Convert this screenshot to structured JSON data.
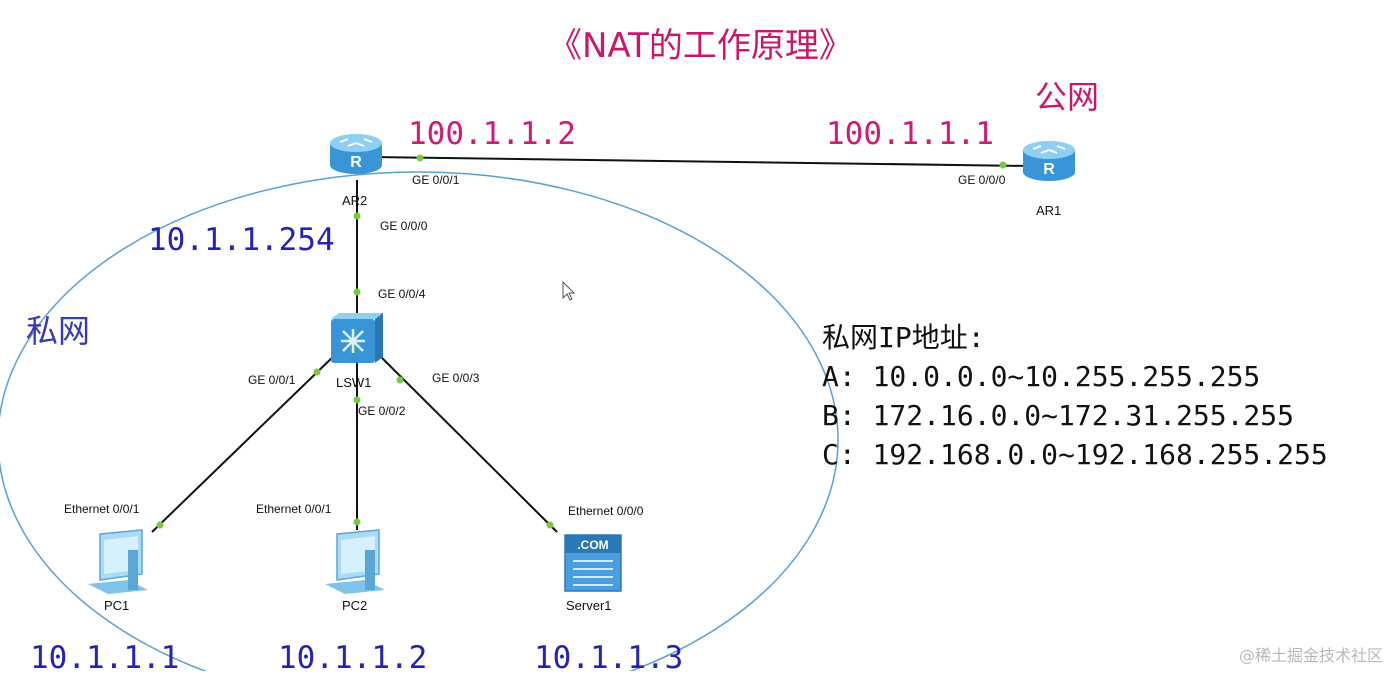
{
  "title": "《NAT的工作原理》",
  "public_label": "公网",
  "private_label": "私网",
  "devices": {
    "ar2": "AR2",
    "ar1": "AR1",
    "lsw1": "LSW1",
    "pc1": "PC1",
    "pc2": "PC2",
    "server1": "Server1",
    "server_badge": ".COM"
  },
  "ips": {
    "ar2_public": "100.1.1.2",
    "ar1_public": "100.1.1.1",
    "ar2_private": "10.1.1.254",
    "pc1": "10.1.1.1",
    "pc2": "10.1.1.2",
    "server1": "10.1.1.3"
  },
  "ports": {
    "ar2_ge001": "GE 0/0/1",
    "ar1_ge000": "GE 0/0/0",
    "ar2_ge000": "GE 0/0/0",
    "lsw_ge004": "GE 0/0/4",
    "lsw_ge001": "GE 0/0/1",
    "lsw_ge002": "GE 0/0/2",
    "lsw_ge003": "GE 0/0/3",
    "pc1_eth": "Ethernet 0/0/1",
    "pc2_eth": "Ethernet 0/0/1",
    "server_eth": "Ethernet 0/0/0"
  },
  "private_ranges": {
    "heading": "私网IP地址:",
    "lines": [
      "A: 10.0.0.0~10.255.255.255",
      "B: 172.16.0.0~172.31.255.255",
      "C: 192.168.0.0~192.168.255.255"
    ]
  },
  "watermark": "@稀土掘金技术社区",
  "colors": {
    "title": "#c8186e",
    "public_ip": "#d01a78",
    "private_ip": "#2323b8",
    "ellipse": "#5aa0d0",
    "link": "#111111",
    "port_dot": "#7ac943",
    "device": "#4aa8e0"
  }
}
